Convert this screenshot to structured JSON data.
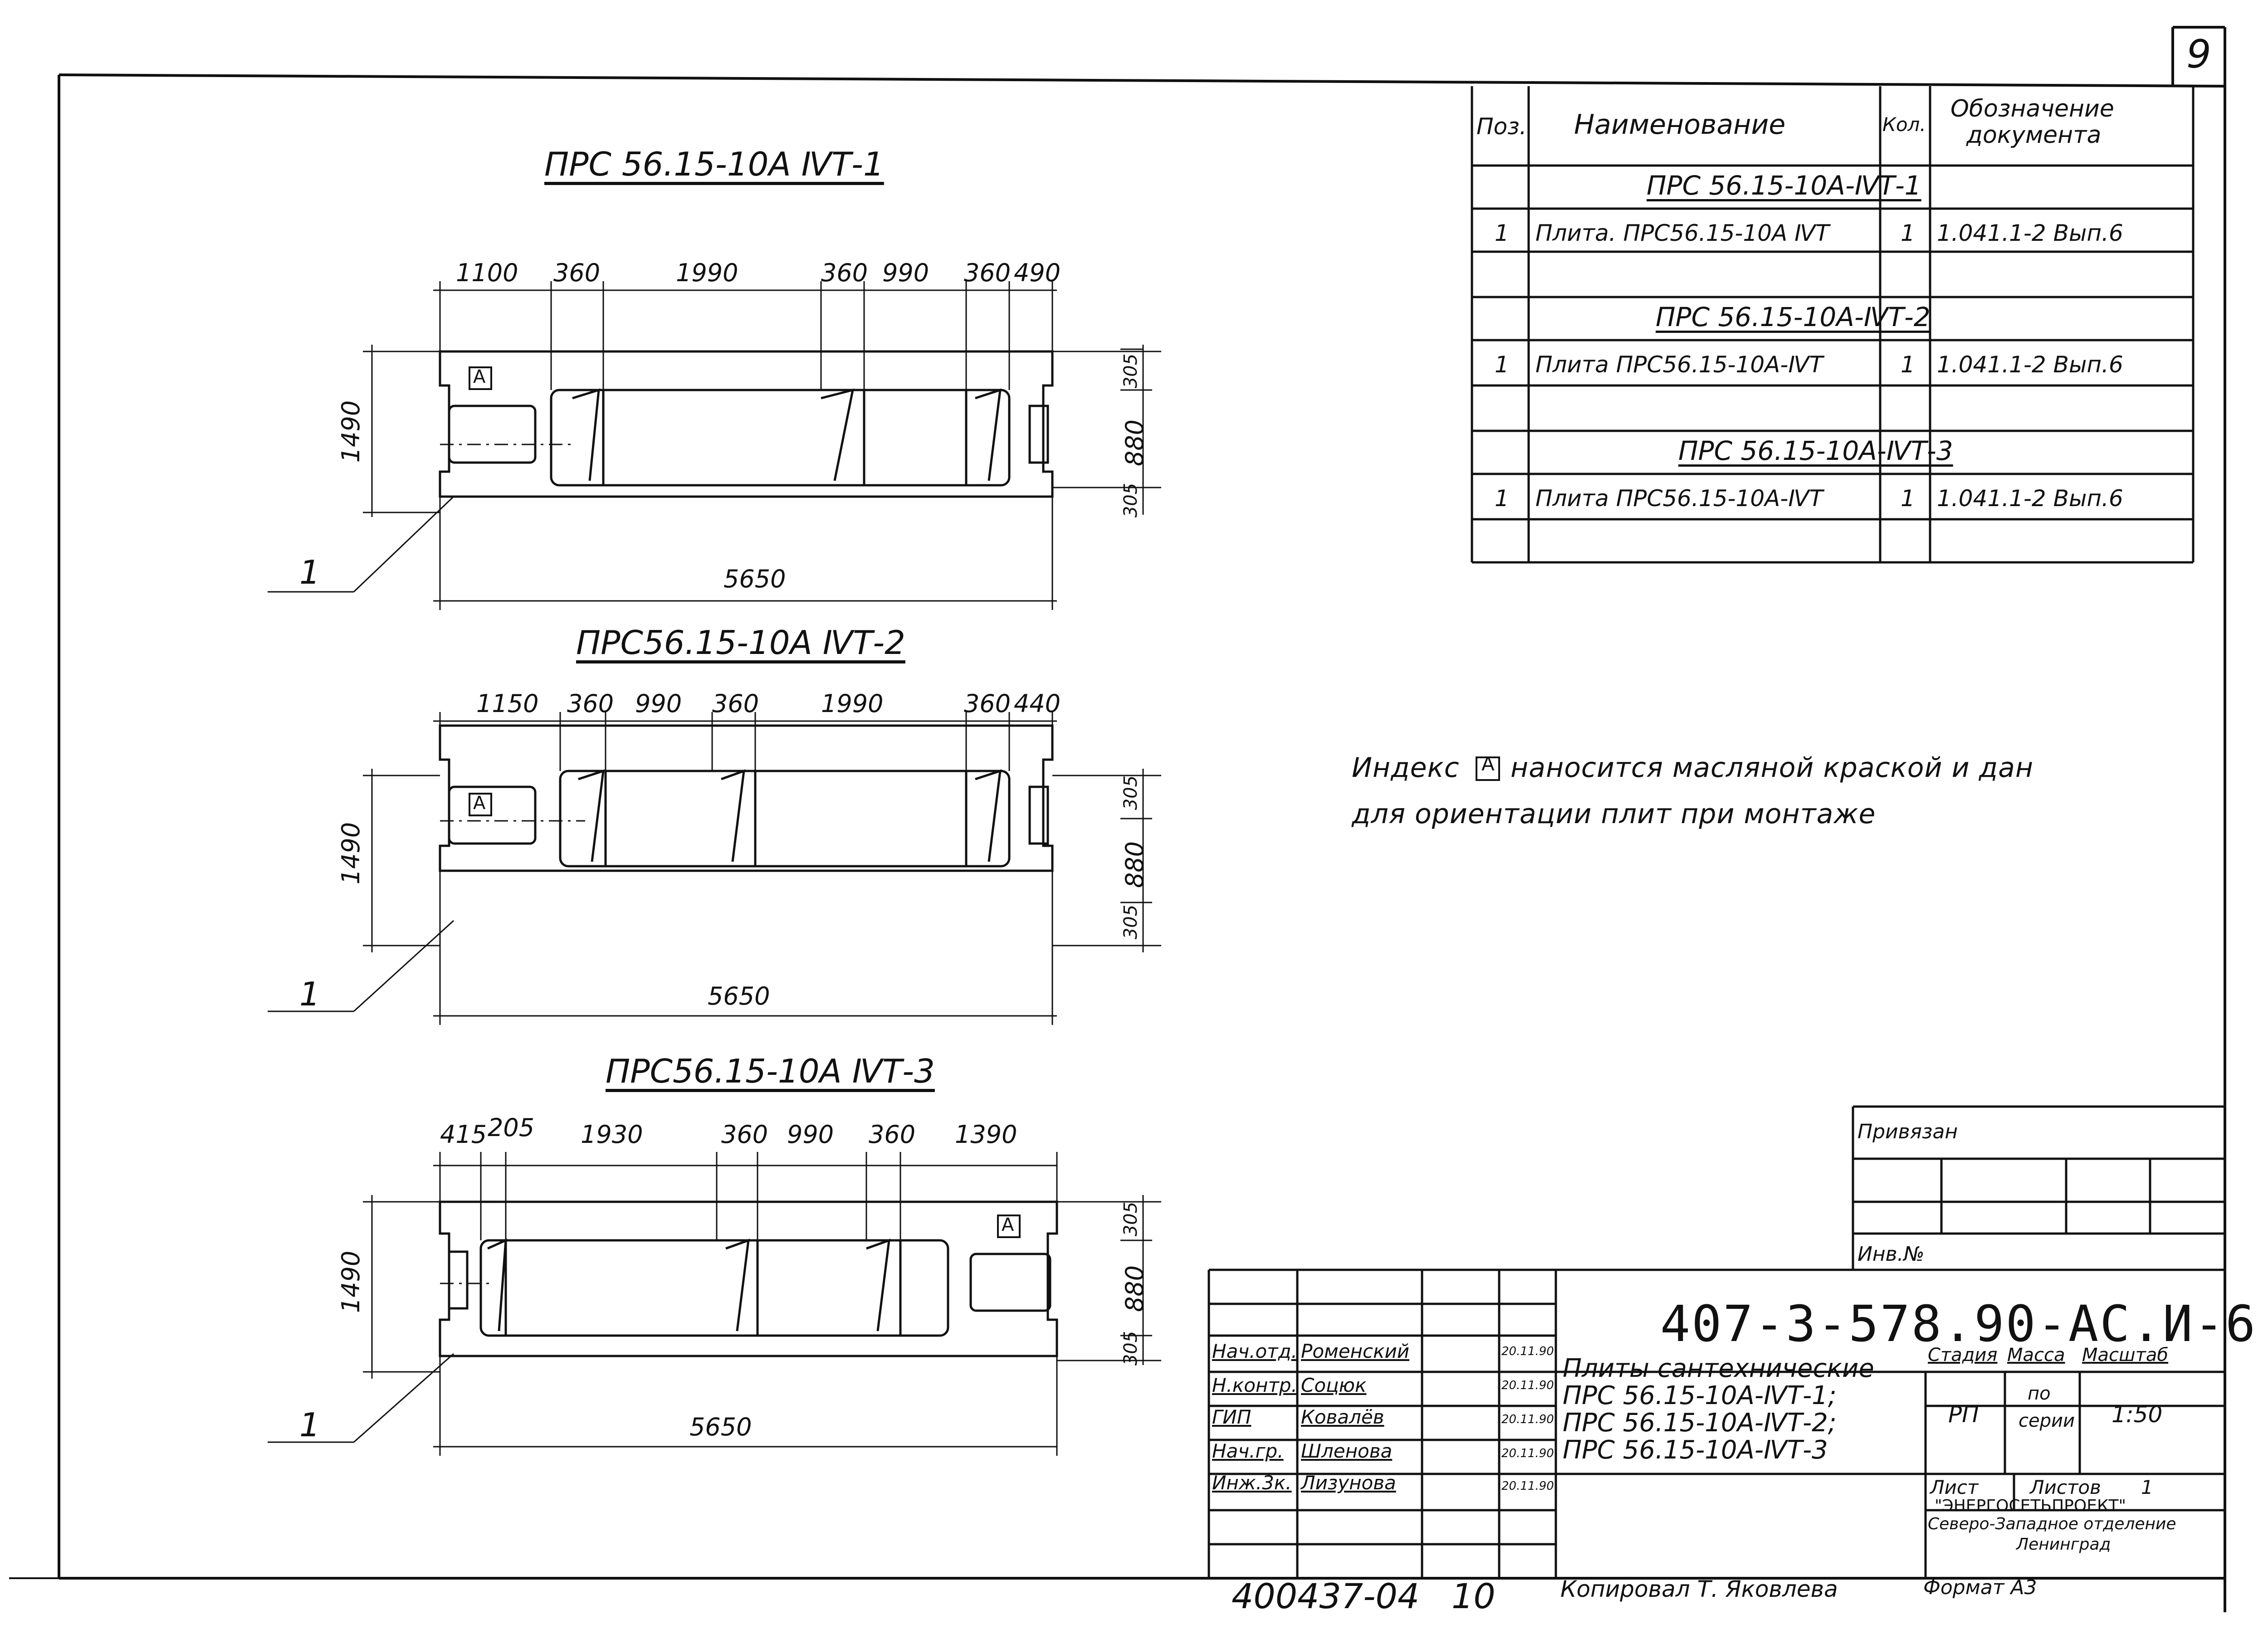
{
  "sheet_number": "9",
  "drawings": [
    {
      "title": "ПРС 56.15-10А ⅣТ-1",
      "top_dims": [
        "1100",
        "360",
        "1990",
        "360",
        "990",
        "360",
        "490"
      ],
      "left_dim": "1490",
      "right_dims": [
        "305",
        "880",
        "305"
      ],
      "bottom_dim": "5650",
      "index_mark": "А",
      "callout": "1"
    },
    {
      "title": "ПРС56.15-10А ⅣТ-2",
      "top_dims": [
        "1150",
        "360",
        "990",
        "360",
        "1990",
        "360",
        "440"
      ],
      "left_dim": "1490",
      "right_dims": [
        "305",
        "880",
        "305"
      ],
      "bottom_dim": "5650",
      "index_mark": "А",
      "callout": "1"
    },
    {
      "title": "ПРС56.15-10А ⅣТ-3",
      "top_dims": [
        "415",
        "205",
        "1930",
        "360",
        "990",
        "360",
        "1390"
      ],
      "left_dim": "1490",
      "right_dims": [
        "305",
        "880",
        "305"
      ],
      "bottom_dim": "5650",
      "index_mark": "А",
      "callout": "1"
    }
  ],
  "note": {
    "line1_before": "Индекс",
    "index_mark": "А",
    "line1_after": "наносится масляной краской и дан",
    "line2": "для ориентации плит при монтаже"
  },
  "spec_table": {
    "headers": {
      "pos": "Поз.",
      "name": "Наименование",
      "qty": "Кол.",
      "doc_line1": "Обозначение",
      "doc_line2": "документа"
    },
    "groups": [
      {
        "title": "ПРС 56.15-10А-ⅣТ-1",
        "row": {
          "pos": "1",
          "name": "Плита. ПРС56.15-10А ⅣТ",
          "qty": "1",
          "doc": "1.041.1-2 Вып.6"
        }
      },
      {
        "title": "ПРС 56.15-10А-ⅣТ-2",
        "row": {
          "pos": "1",
          "name": "Плита ПРС56.15-10А-ⅣТ",
          "qty": "1",
          "doc": "1.041.1-2 Вып.6"
        }
      },
      {
        "title": "ПРС 56.15-10А-ⅣТ-3",
        "row": {
          "pos": "1",
          "name": "Плита ПРС56.15-10А-ⅣТ",
          "qty": "1",
          "doc": "1.041.1-2 Вып.6"
        }
      }
    ]
  },
  "privyazan": {
    "label": "Привязан",
    "inv_label": "Инв.№"
  },
  "title_block": {
    "code": "407-3-578.90-АС.И-6",
    "staff": [
      {
        "role": "Нач.отд.",
        "name": "Роменский",
        "date": "20.11.90"
      },
      {
        "role": "Н.контр.",
        "name": "Соцюк",
        "date": "20.11.90"
      },
      {
        "role": "ГИП",
        "name": "Ковалёв",
        "date": "20.11.90"
      },
      {
        "role": "Нач.гр.",
        "name": "Шленова",
        "date": "20.11.90"
      },
      {
        "role": "Инж.3к.",
        "name": "Лизунова",
        "date": "20.11.90"
      }
    ],
    "doc_title": [
      "Плиты сантехнические",
      "ПРС 56.15-10А-ⅣТ-1;",
      "ПРС 56.15-10А-ⅣТ-2;",
      "ПРС 56.15-10А-ⅣТ-3"
    ],
    "stage_label": "Стадия",
    "mass_label": "Масса",
    "scale_label": "Масштаб",
    "stage": "РП",
    "mass_line1": "по",
    "mass_line2": "серии",
    "scale": "1:50",
    "sheet_label": "Лист",
    "sheets_label": "Листов",
    "sheets_value": "1",
    "org_line1": "\"ЭНЕРГОСЕТЬПРОЕКТ\"",
    "org_line2": "Северо-Западное отделение",
    "org_line3": "Ленинград"
  },
  "footer": {
    "inventory": "400437-04",
    "page": "10",
    "copied": "Копировал Т. Яковлева",
    "format": "Формат А3"
  }
}
